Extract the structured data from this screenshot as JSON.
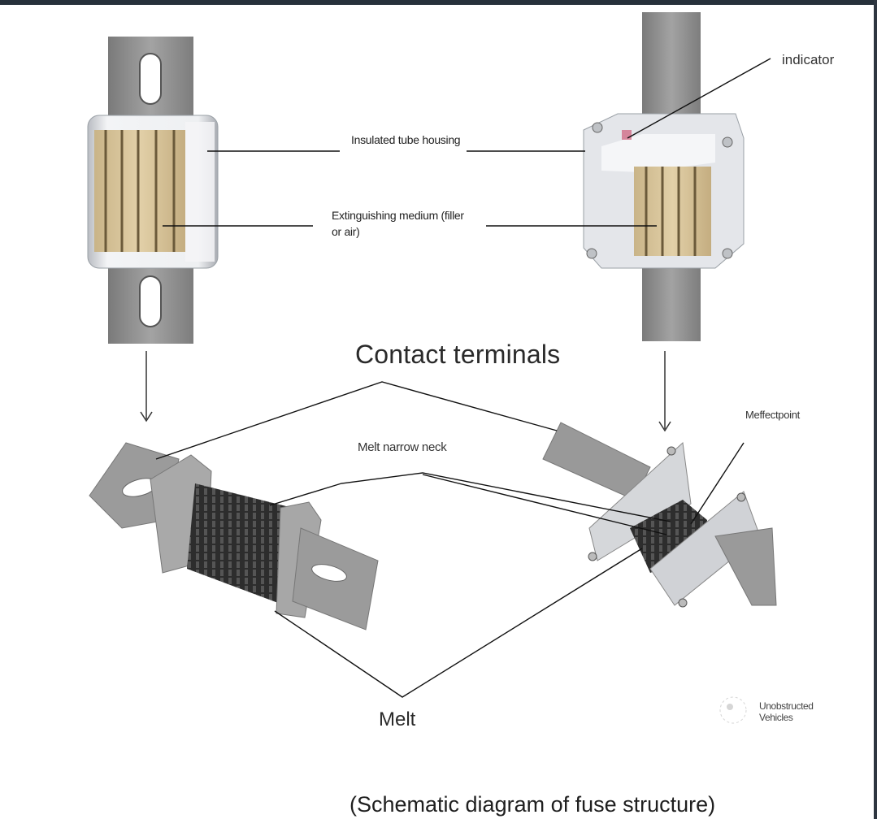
{
  "labels": {
    "indicator": "indicator",
    "insulated_tube_housing": "Insulated tube housing",
    "extinguishing_medium": "Extinguishing medium (filler or air)",
    "contact_terminals": "Contact terminals",
    "melt_narrow_neck": "Melt narrow neck",
    "meffectpoint": "Meffectpoint",
    "melt": "Melt",
    "watermark": "Unobstructed Vehicles"
  },
  "caption": "(Schematic diagram of fuse structure)",
  "colors": {
    "metal": "#8f8f8f",
    "metal_dark": "#6e6e6e",
    "housing": "#e6e8ec",
    "filler": "#d8c49a",
    "leader_line": "#111111"
  }
}
